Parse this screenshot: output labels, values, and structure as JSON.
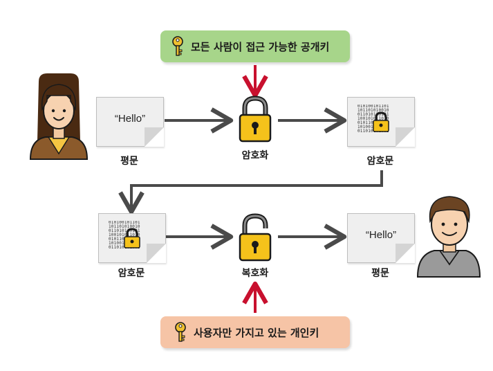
{
  "public_key_label": "모든 사람이 접근 가능한 공개키",
  "private_key_label": "사용자만 가지고 있는 개인키",
  "top_row": {
    "plaintext_doc": "“Hello”",
    "plaintext_label": "평문",
    "encrypt_label": "암호화",
    "ciphertext_label": "암호문"
  },
  "bottom_row": {
    "ciphertext_label": "암호문",
    "decrypt_label": "복호화",
    "plaintext_doc": "“Hello”",
    "plaintext_label": "평문"
  },
  "colors": {
    "public_key_box": "#a7d58a",
    "private_key_box": "#f6c4a6",
    "arrow_red": "#c8102e",
    "arrow_gray": "#4a4a4a",
    "lock_gold": "#f5c21b"
  },
  "binary_text": "010100101101\n101101010010\n011010110101\n100101011010\n010110100101\n101001011010\n011010101001\n"
}
